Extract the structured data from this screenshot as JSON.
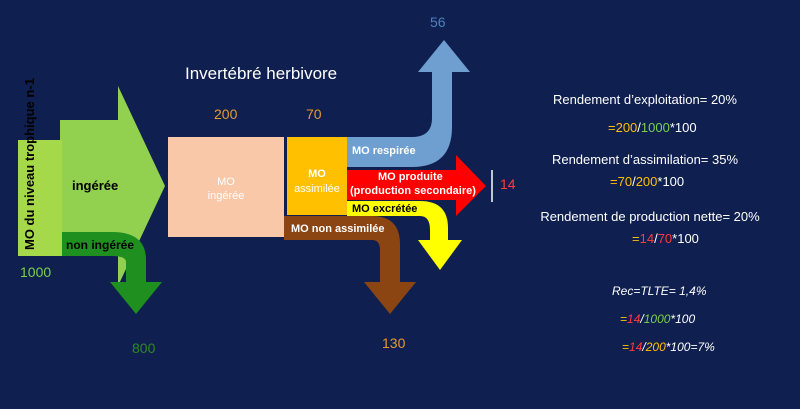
{
  "title": "Invertébré herbivore",
  "colors": {
    "background": "#0f1f4f",
    "ingested": "#92d050",
    "not_ingested": "#2e8b1f",
    "ingested_block": "#f8c8a8",
    "assimilated": "#ffc000",
    "not_assimilated": "#8b4513",
    "respired": "#6e9fd0",
    "produced": "#ff0000",
    "excreted": "#ffff00",
    "num_blue": "#4f81bd",
    "num_orange": "#e59a30",
    "num_green": "#7ad14a",
    "num_red": "#ff3b3b"
  },
  "labels": {
    "source": "MO du niveau trophique n-1",
    "ingested": "ingérée",
    "not_ingested": "non ingérée",
    "mo_ingested_1": "MO",
    "mo_ingested_2": "ingérée",
    "mo_assimilated_1": "MO",
    "mo_assimilated_2": "assimilée",
    "respired": "MO respirée",
    "produced_1": "MO  produite",
    "produced_2": "(production secondaire)",
    "excreted": "MO excrétée",
    "not_assimilated": "MO non assimilée"
  },
  "values": {
    "source": "1000",
    "not_ingested": "800",
    "ingested": "200",
    "assimilated": "70",
    "respired": "56",
    "produced": "14",
    "not_assimilated": "130"
  },
  "ratios": {
    "exploitation": {
      "title": "Rendement d’exploitation= 20%",
      "eq": "=",
      "a": "200",
      "slash": "/",
      "b": "1000",
      "tail": "*100"
    },
    "assimilation": {
      "title": "Rendement d’assimilation= 35%",
      "eq": "=",
      "a": "70",
      "slash": "/",
      "b": "200",
      "tail": "*100"
    },
    "production": {
      "title": "Rendement de production nette= 20%",
      "eq": "=",
      "a": "14",
      "slash": "/",
      "b": "70",
      "tail": "*100"
    },
    "rec": {
      "title": "Rec=TLTE= 1,4%"
    },
    "rec1": {
      "eq": "=",
      "a": "14",
      "slash": "/",
      "b": "1000",
      "tail": "*100"
    },
    "rec2": {
      "eq": "=",
      "a": "14",
      "slash": "/",
      "b": "200",
      "tail": "*100=7%"
    }
  }
}
